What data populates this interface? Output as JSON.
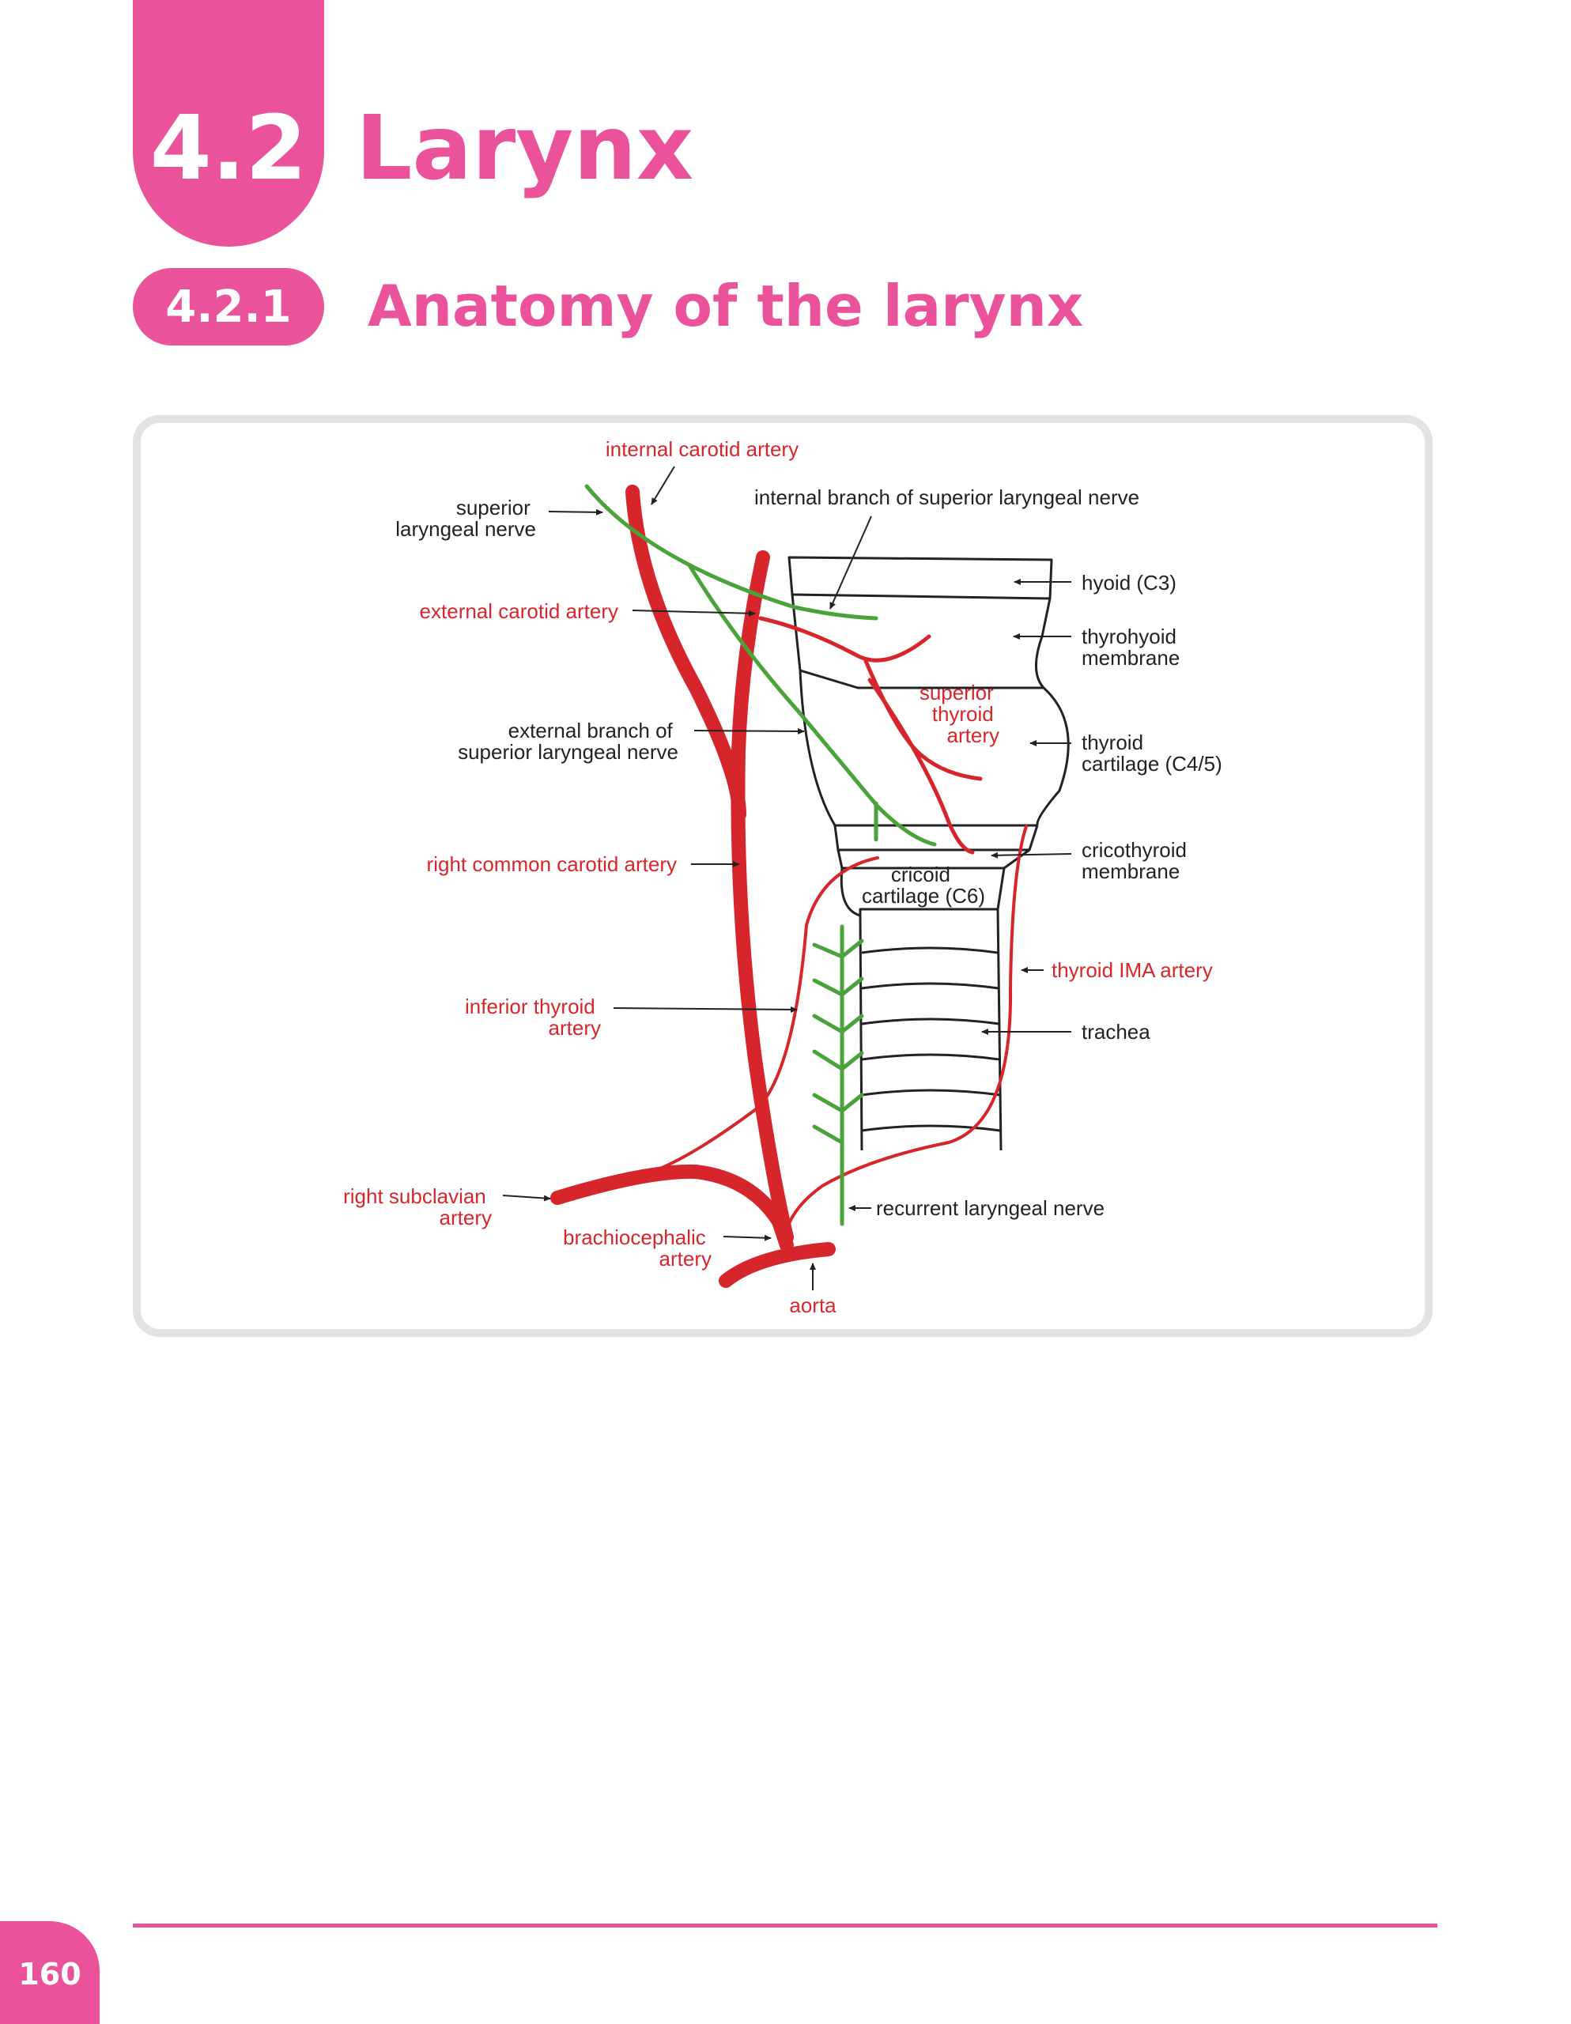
{
  "chapter": {
    "number": "4.2",
    "title": "Larynx"
  },
  "section": {
    "number": "4.2.1",
    "title": "Anatomy of the larynx"
  },
  "colors": {
    "accent": "#ea5299",
    "artery": "#d7262b",
    "nerve": "#4aa23a",
    "structure": "#222222"
  },
  "labels": {
    "internal_carotid": "internal carotid artery",
    "superior_laryngeal": [
      "superior",
      "laryngeal nerve"
    ],
    "internal_branch": "internal branch of superior laryngeal nerve",
    "hyoid": "hyoid (C3)",
    "external_carotid": "external carotid artery",
    "thyrohyoid": [
      "thyrohyoid",
      "membrane"
    ],
    "superior_thyroid": [
      "superior",
      "thyroid",
      "artery"
    ],
    "external_branch": [
      "external branch of",
      "superior laryngeal nerve"
    ],
    "thyroid_cartilage": [
      "thyroid",
      "cartilage (C4/5)"
    ],
    "cricothyroid": [
      "cricothyroid",
      "membrane"
    ],
    "right_common_carotid": "right common carotid artery",
    "cricoid": [
      "cricoid",
      "cartilage (C6)"
    ],
    "thyroid_ima": "thyroid IMA artery",
    "inferior_thyroid": [
      "inferior thyroid",
      "artery"
    ],
    "trachea": "trachea",
    "right_subclavian": [
      "right subclavian",
      "artery"
    ],
    "recurrent_laryngeal": "recurrent laryngeal nerve",
    "brachiocephalic": [
      "brachiocephalic",
      "artery"
    ],
    "aorta": "aorta"
  },
  "page_number": "160"
}
